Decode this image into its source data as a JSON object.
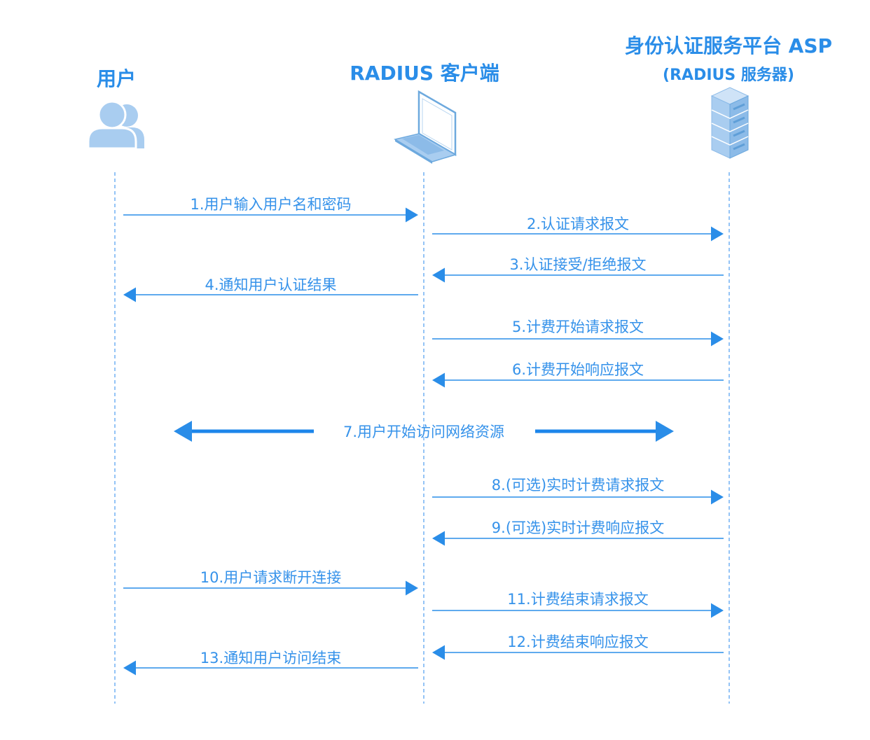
{
  "actors": {
    "user": {
      "title": "用户",
      "icon": "users-icon"
    },
    "client": {
      "title": "RADIUS 客户端",
      "icon": "laptop-icon"
    },
    "server": {
      "title": "身份认证服务平台 ASP",
      "subtitle": "(RADIUS 服务器)",
      "icon": "server-icon"
    }
  },
  "messages": [
    {
      "label": "1.用户输入用户名和密码",
      "from": "user",
      "to": "client"
    },
    {
      "label": "2.认证请求报文",
      "from": "client",
      "to": "server"
    },
    {
      "label": "3.认证接受/拒绝报文",
      "from": "server",
      "to": "client"
    },
    {
      "label": "4.通知用户认证结果",
      "from": "client",
      "to": "user"
    },
    {
      "label": "5.计费开始请求报文",
      "from": "client",
      "to": "server"
    },
    {
      "label": "6.计费开始响应报文",
      "from": "server",
      "to": "client"
    },
    {
      "label": "7.用户开始访问网络资源",
      "from": "user",
      "to": "server",
      "bidirectional": true
    },
    {
      "label": "8.(可选)实时计费请求报文",
      "from": "client",
      "to": "server"
    },
    {
      "label": "9.(可选)实时计费响应报文",
      "from": "server",
      "to": "client"
    },
    {
      "label": "10.用户请求断开连接",
      "from": "user",
      "to": "client"
    },
    {
      "label": "11.计费结束请求报文",
      "from": "client",
      "to": "server"
    },
    {
      "label": "12.计费结束响应报文",
      "from": "server",
      "to": "client"
    },
    {
      "label": "13.通知用户访问结束",
      "from": "client",
      "to": "user"
    }
  ],
  "colors": {
    "accent": "#2a8de8",
    "icon_fill": "#a9cdf0",
    "icon_dark": "#5f9fd8"
  }
}
